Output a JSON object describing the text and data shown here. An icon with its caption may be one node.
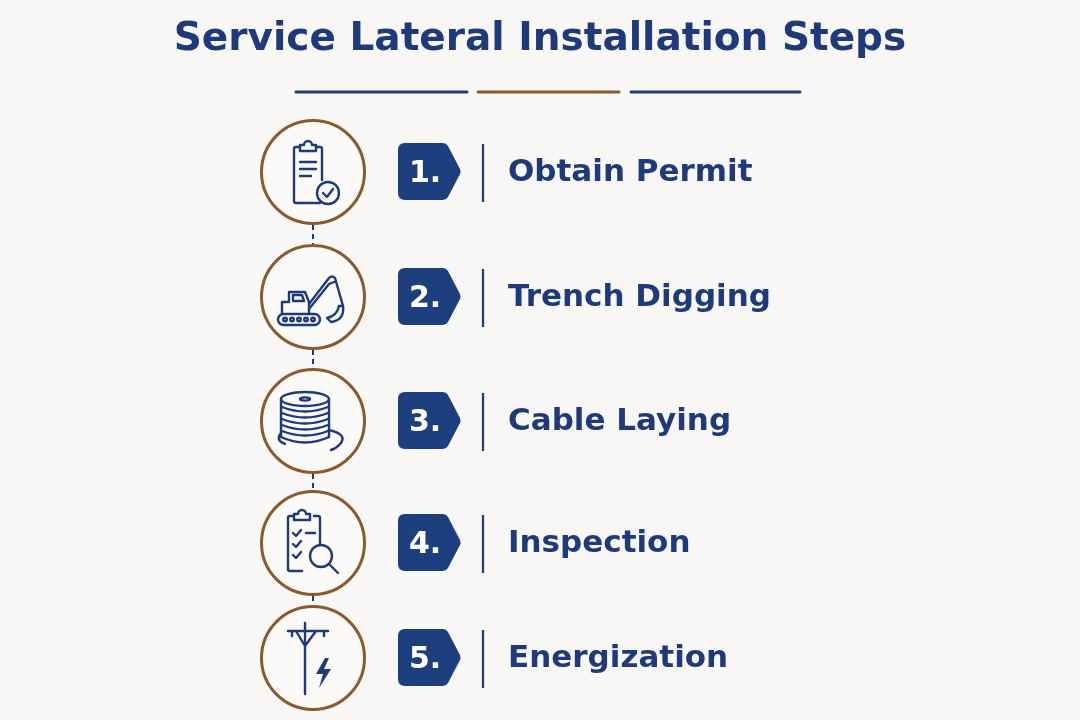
{
  "diagram": {
    "title": "Service Lateral Installation Steps",
    "nodes": [
      {
        "text": [],
        "shape": "circle"
      },
      {
        "text": [
          "1."
        ],
        "beside": [
          "Obtain Permit"
        ]
      },
      {
        "text": [],
        "shape": "circle"
      },
      {
        "text": [
          "2."
        ],
        "beside": [
          "Trench Digging"
        ]
      },
      {
        "text": [],
        "shape": "circle"
      },
      {
        "text": [
          "3."
        ],
        "beside": [
          "Cable Laying"
        ]
      },
      {
        "text": [],
        "shape": "circle"
      },
      {
        "text": [
          "4."
        ],
        "beside": [
          "Inspection"
        ]
      },
      {
        "text": [],
        "shape": "circle"
      },
      {
        "text": [
          "5."
        ],
        "beside": [
          "Energization"
        ]
      }
    ],
    "edges": [
      {
        "from": 0,
        "to": 2,
        "arrow": "none",
        "style": "dashed"
      },
      {
        "from": 2,
        "to": 4,
        "arrow": "none",
        "style": "dashed"
      },
      {
        "from": 4,
        "to": 6,
        "arrow": "none",
        "style": "dashed"
      },
      {
        "from": 6,
        "to": 8,
        "arrow": "none",
        "style": "dashed"
      }
    ]
  }
}
